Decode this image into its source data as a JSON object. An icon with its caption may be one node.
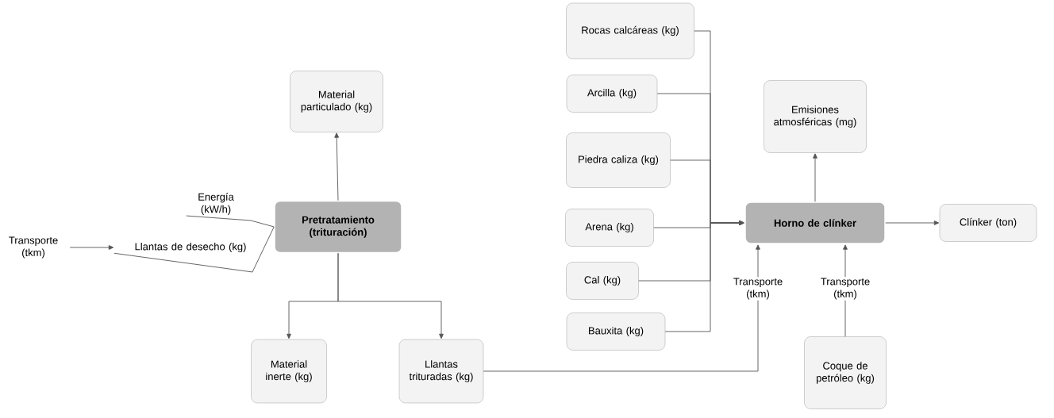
{
  "diagram": {
    "nodes": [
      {
        "text": [
          "Material particulado (kg)"
        ]
      },
      {
        "text": [
          "Pretratamiento (trituración)"
        ]
      },
      {
        "text": [
          "Material inerte (kg)"
        ]
      },
      {
        "text": [
          "Llantas trituradas (kg)"
        ]
      },
      {
        "text": [
          "Energía (kW/h)"
        ]
      },
      {
        "text": [
          "Llantas de desecho (kg)"
        ]
      },
      {
        "text": [
          "Transporte (tkm)"
        ]
      },
      {
        "text": [
          "Rocas calcáreas (kg)"
        ]
      },
      {
        "text": [
          "Arcilla (kg)"
        ]
      },
      {
        "text": [
          "Piedra caliza (kg)"
        ]
      },
      {
        "text": [
          "Arena (kg)"
        ]
      },
      {
        "text": [
          "Cal (kg)"
        ]
      },
      {
        "text": [
          "Bauxita (kg)"
        ]
      },
      {
        "text": [
          "Emisiones atmosféricas (mg)"
        ]
      },
      {
        "text": [
          "Horno de clínker"
        ]
      },
      {
        "text": [
          "Clínker (ton)"
        ]
      },
      {
        "text": [
          "Transporte (tkm)"
        ]
      },
      {
        "text": [
          "Transporte (tkm)"
        ]
      },
      {
        "text": [
          "Coque de petróleo (kg)"
        ]
      }
    ],
    "edges": [
      {
        "from": 1,
        "to": 0,
        "arrow": "to"
      },
      {
        "from": 1,
        "to": 2,
        "arrow": "to"
      },
      {
        "from": 1,
        "to": 3,
        "arrow": "to"
      },
      {
        "from": 4,
        "to": 1,
        "arrow": "none"
      },
      {
        "from": 5,
        "to": 1,
        "arrow": "none"
      },
      {
        "from": 6,
        "to": 5,
        "arrow": "to"
      },
      {
        "from": 7,
        "to": 14,
        "arrow": "to"
      },
      {
        "from": 8,
        "to": 14,
        "arrow": "to"
      },
      {
        "from": 9,
        "to": 14,
        "arrow": "to"
      },
      {
        "from": 10,
        "to": 14,
        "arrow": "to"
      },
      {
        "from": 11,
        "to": 14,
        "arrow": "to"
      },
      {
        "from": 12,
        "to": 14,
        "arrow": "to"
      },
      {
        "from": 3,
        "to": 16,
        "arrow": "none"
      },
      {
        "from": 16,
        "to": 14,
        "arrow": "to"
      },
      {
        "from": 18,
        "to": 17,
        "arrow": "none"
      },
      {
        "from": 17,
        "to": 14,
        "arrow": "to"
      },
      {
        "from": 14,
        "to": 13,
        "arrow": "to"
      },
      {
        "from": 14,
        "to": 15,
        "arrow": "to"
      }
    ]
  }
}
